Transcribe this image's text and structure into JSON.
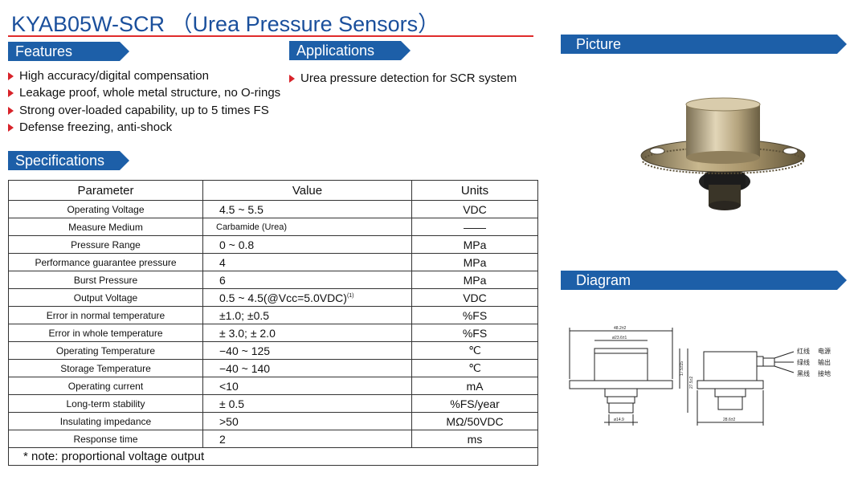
{
  "page": {
    "title": "KYAB05W-SCR （Urea Pressure Sensors）"
  },
  "features": {
    "heading": "Features",
    "items": [
      "High accuracy/digital compensation",
      "Leakage proof, whole metal structure, no O-rings",
      "Strong over-loaded capability, up to 5 times FS",
      "Defense freezing, anti-shock"
    ]
  },
  "applications": {
    "heading": "Applications",
    "items": [
      "Urea pressure detection for SCR system"
    ]
  },
  "specifications": {
    "heading": "Specifications",
    "columns": [
      "Parameter",
      "Value",
      "Units"
    ],
    "rows": [
      {
        "parameter": "Operating Voltage",
        "value": "4.5 ~ 5.5",
        "unit": "VDC"
      },
      {
        "parameter": "Measure Medium",
        "value": "Carbamide (Urea)",
        "unit": "——"
      },
      {
        "parameter": "Pressure Range",
        "value": "0 ~ 0.8",
        "unit": "MPa"
      },
      {
        "parameter": "Performance guarantee pressure",
        "value": "4",
        "unit": "MPa"
      },
      {
        "parameter": "Burst Pressure",
        "value": "6",
        "unit": "MPa"
      },
      {
        "parameter": "Output Voltage",
        "value": "0.5 ~ 4.5(@Vcc=5.0VDC)",
        "value_note": "(1)",
        "unit": "VDC"
      },
      {
        "parameter": "Error in normal temperature",
        "value": "±1.0; ±0.5",
        "unit": "%FS"
      },
      {
        "parameter": "Error in whole temperature",
        "value": "± 3.0; ± 2.0",
        "unit": "%FS"
      },
      {
        "parameter": "Operating Temperature",
        "value": "−40 ~ 125",
        "unit": "℃"
      },
      {
        "parameter": "Storage Temperature",
        "value": "−40 ~ 140",
        "unit": "℃"
      },
      {
        "parameter": "Operating current",
        "value": "<10",
        "unit": "mA"
      },
      {
        "parameter": "Long-term stability",
        "value": "± 0.5",
        "unit": "%FS/year"
      },
      {
        "parameter": "Insulating impedance",
        "value": ">50",
        "unit": "MΩ/50VDC"
      },
      {
        "parameter": "Response time",
        "value": "2",
        "unit": "ms"
      }
    ],
    "note": "* note: proportional voltage output"
  },
  "picture": {
    "heading": "Picture"
  },
  "diagram": {
    "heading": "Diagram",
    "dimensions": {
      "flange_width": "48.2±2",
      "body_diameter": "ø23.6±1",
      "port_diameter": "ø14.9",
      "height_body": "17.5±15",
      "height_total": "27.5±2",
      "side_width": "28.6±2"
    },
    "wires": [
      {
        "color": "红线",
        "signal": "电源"
      },
      {
        "color": "绿线",
        "signal": "输出"
      },
      {
        "color": "黑线",
        "signal": "接地"
      }
    ]
  },
  "colors": {
    "title": "#1a4f9c",
    "banner": "#1d5fa8",
    "rule": "#e02b2b",
    "bullet": "#d8232a"
  }
}
